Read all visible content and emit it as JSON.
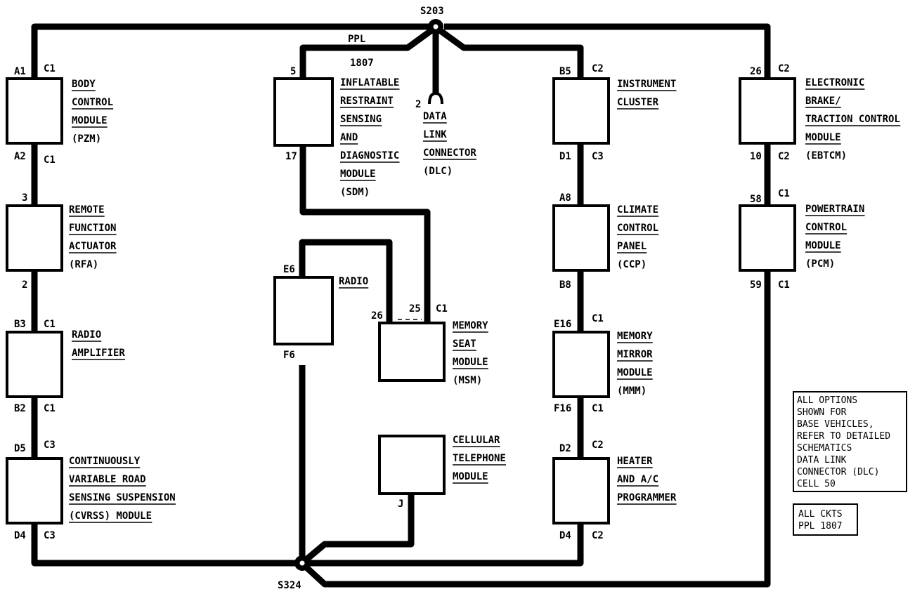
{
  "splices": {
    "top": "S203",
    "bottom": "S324"
  },
  "wire_top": {
    "color": "PPL",
    "circuit": "1807"
  },
  "modules": {
    "bcm": {
      "lines": [
        "BODY",
        "CONTROL",
        "MODULE",
        "(PZM)"
      ],
      "pin_top": "A1",
      "conn_top": "C1",
      "pin_bot": "A2",
      "conn_bot": "C1"
    },
    "rfa": {
      "lines": [
        "REMOTE",
        "FUNCTION",
        "ACTUATOR",
        "(RFA)"
      ],
      "pin_top": "3",
      "pin_bot": "2"
    },
    "amp": {
      "lines": [
        "RADIO",
        "AMPLIFIER"
      ],
      "pin_top": "B3",
      "conn_top": "C1",
      "pin_bot": "B2",
      "conn_bot": "C1"
    },
    "cvrss": {
      "lines": [
        "CONTINUOUSLY",
        "VARIABLE ROAD",
        "SENSING SUSPENSION",
        "(CVRSS) MODULE"
      ],
      "pin_top": "D5",
      "conn_top": "C3",
      "pin_bot": "D4",
      "conn_bot": "C3"
    },
    "sdm": {
      "lines": [
        "INFLATABLE",
        "RESTRAINT",
        "SENSING",
        "AND",
        "DIAGNOSTIC",
        "MODULE",
        "(SDM)"
      ],
      "pin_top": "5",
      "pin_bot": "17"
    },
    "dlc": {
      "lines": [
        "DATA",
        "LINK",
        "CONNECTOR",
        "(DLC)"
      ],
      "pin": "2"
    },
    "radio": {
      "lines": [
        "RADIO"
      ],
      "pin_top": "E6",
      "pin_bot": "F6"
    },
    "msm": {
      "lines": [
        "MEMORY",
        "SEAT",
        "MODULE",
        "(MSM)"
      ],
      "pin_a": "26",
      "pin_b": "25",
      "conn": "C1"
    },
    "cell": {
      "lines": [
        "CELLULAR",
        "TELEPHONE",
        "MODULE"
      ],
      "pin": "J"
    },
    "ipc": {
      "lines": [
        "INSTRUMENT",
        "CLUSTER"
      ],
      "pin_top": "B5",
      "conn_top": "C2",
      "pin_bot": "D1",
      "conn_bot": "C3"
    },
    "ccp": {
      "lines": [
        "CLIMATE",
        "CONTROL",
        "PANEL",
        "(CCP)"
      ],
      "pin_top": "A8",
      "pin_bot": "B8"
    },
    "mmm": {
      "lines": [
        "MEMORY",
        "MIRROR",
        "MODULE",
        "(MMM)"
      ],
      "pin_top": "E16",
      "conn_top": "C1",
      "pin_bot": "F16",
      "conn_bot": "C1"
    },
    "hvac": {
      "lines": [
        "HEATER",
        "AND A/C",
        "PROGRAMMER"
      ],
      "pin_top": "D2",
      "conn_top": "C2",
      "pin_bot": "D4",
      "conn_bot": "C2"
    },
    "ebtcm": {
      "lines": [
        "ELECTRONIC",
        "BRAKE/",
        "TRACTION CONTROL",
        "MODULE",
        "(EBTCM)"
      ],
      "pin_top": "26",
      "conn_top": "C2",
      "pin_bot": "10",
      "conn_bot": "C2"
    },
    "pcm": {
      "lines": [
        "POWERTRAIN",
        "CONTROL",
        "MODULE",
        "(PCM)"
      ],
      "pin_top": "58",
      "conn_top": "C1",
      "pin_bot": "59",
      "conn_bot": "C1"
    }
  },
  "notes": {
    "options": [
      "ALL OPTIONS",
      "SHOWN FOR",
      "BASE VEHICLES,",
      "REFER TO DETAILED",
      "SCHEMATICS",
      "DATA LINK",
      "CONNECTOR (DLC)",
      "CELL 50"
    ],
    "circuits": [
      "ALL CKTS",
      "PPL 1807"
    ]
  }
}
